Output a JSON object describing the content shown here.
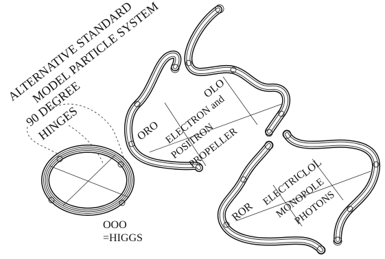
{
  "title_lines": [
    "ALTERNATIVE STANDARD",
    "MODEL PARTICLE SYSTEM",
    "90 DEGREE",
    "HINGES"
  ],
  "labels": {
    "oro": "ORO",
    "olo": "OLO",
    "electron_positron": [
      "ELECTRON and",
      "POSITRON",
      "PROPELLER"
    ],
    "ror": "ROR",
    "lol": "LOL",
    "electric_monopole": [
      "ELECTRIC",
      "MONOPOLE",
      "PHOTONS"
    ],
    "higgs": [
      "OOO",
      "=HIGGS"
    ]
  },
  "colors": {
    "tube_outer": "#111111",
    "tube_inner": "#ffffff",
    "tube_mid": "#333333"
  }
}
